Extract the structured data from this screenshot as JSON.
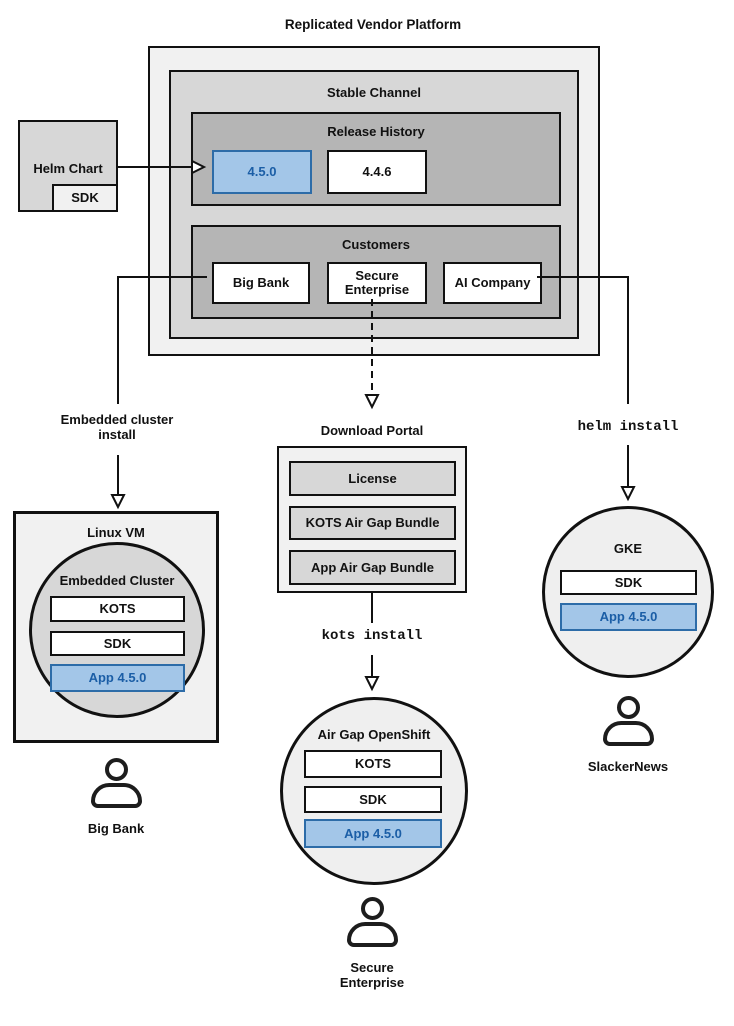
{
  "title": "Replicated Vendor Platform",
  "stable_channel": {
    "label": "Stable Channel"
  },
  "release_history": {
    "label": "Release History",
    "releases": [
      {
        "version": "4.5.0",
        "highlighted": true
      },
      {
        "version": "4.4.6",
        "highlighted": false
      }
    ]
  },
  "customers": {
    "label": "Customers",
    "items": [
      "Big Bank",
      "Secure Enterprise",
      "AI Company"
    ]
  },
  "helm_chart": {
    "label": "Helm Chart",
    "sdk": "SDK"
  },
  "edges": {
    "embedded_cluster_install_line1": "Embedded cluster",
    "embedded_cluster_install_line2": "install",
    "kots_install": "kots install",
    "helm_install": "helm install"
  },
  "download_portal": {
    "title": "Download Portal",
    "items": [
      "License",
      "KOTS Air Gap Bundle",
      "App Air Gap Bundle"
    ]
  },
  "linux_vm": {
    "title": "Linux VM",
    "cluster_title": "Embedded Cluster",
    "components": [
      "KOTS",
      "SDK"
    ],
    "app": "App 4.5.0",
    "user": "Big Bank"
  },
  "air_gap_openshift": {
    "title": "Air Gap OpenShift",
    "components": [
      "KOTS",
      "SDK"
    ],
    "app": "App 4.5.0",
    "user": "Secure Enterprise"
  },
  "gke": {
    "title": "GKE",
    "components": [
      "SDK"
    ],
    "app": "App 4.5.0",
    "user": "SlackerNews"
  },
  "colors": {
    "highlight_fill": "#a3c6e8",
    "highlight_border": "#2d6ca8",
    "highlight_text": "#1b5ea6",
    "gray_dark": "#b5b5b5",
    "gray_mid": "#d7d7d7",
    "gray_light": "#f1f1f1",
    "circle_light": "#efefef",
    "line_color": "#111111"
  }
}
